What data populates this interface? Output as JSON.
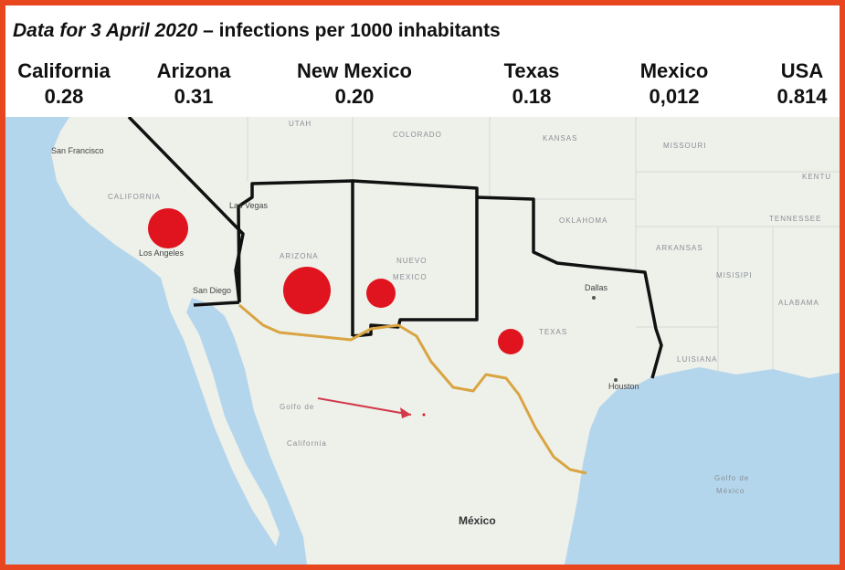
{
  "header": {
    "title_date": "Data for 3 April 2020",
    "title_rest": " – infections per 1000 inhabitants"
  },
  "stats": [
    {
      "region": "California",
      "value": "0.28"
    },
    {
      "region": "Arizona",
      "value": "0.31"
    },
    {
      "region": "New Mexico",
      "value": "0.20"
    },
    {
      "region": "Texas",
      "value": "0.18"
    },
    {
      "region": "Mexico",
      "value": "0,012"
    },
    {
      "region": "USA",
      "value": "0.814"
    }
  ],
  "map": {
    "labels": {
      "san_francisco": "San Francisco",
      "california": "CALIFORNIA",
      "los_angeles": "Los Angeles",
      "las_vegas": "Las Vegas",
      "san_diego": "San Diego",
      "arizona": "ARIZONA",
      "nuevo_mexico_1": "NUEVO",
      "nuevo_mexico_2": "MEXICO",
      "colorado": "COLORADO",
      "utah": "UTAH",
      "kansas": "KANSAS",
      "missouri": "MISSOURI",
      "oklahoma": "OKLAHOMA",
      "arkansas": "ARKANSAS",
      "tennessee": "TENNESSEE",
      "kentucky": "KENTU",
      "misisipi": "MISISIPI",
      "alabama": "ALABAMA",
      "luisiana": "LUISIANA",
      "texas": "TEXAS",
      "dallas": "Dallas",
      "houston": "Houston",
      "golfo_california_1": "Golfo de",
      "golfo_california_2": "California",
      "golfo_mexico_1": "Golfo de",
      "golfo_mexico_2": "México",
      "mexico": "México"
    },
    "colors": {
      "land": "#eef0ea",
      "water": "#b4d6ec",
      "border": "#111111",
      "mexico_border": "#d9a441",
      "marker": "#e0141e",
      "arrow": "#d23a4a",
      "frame": "#e8461f"
    }
  }
}
